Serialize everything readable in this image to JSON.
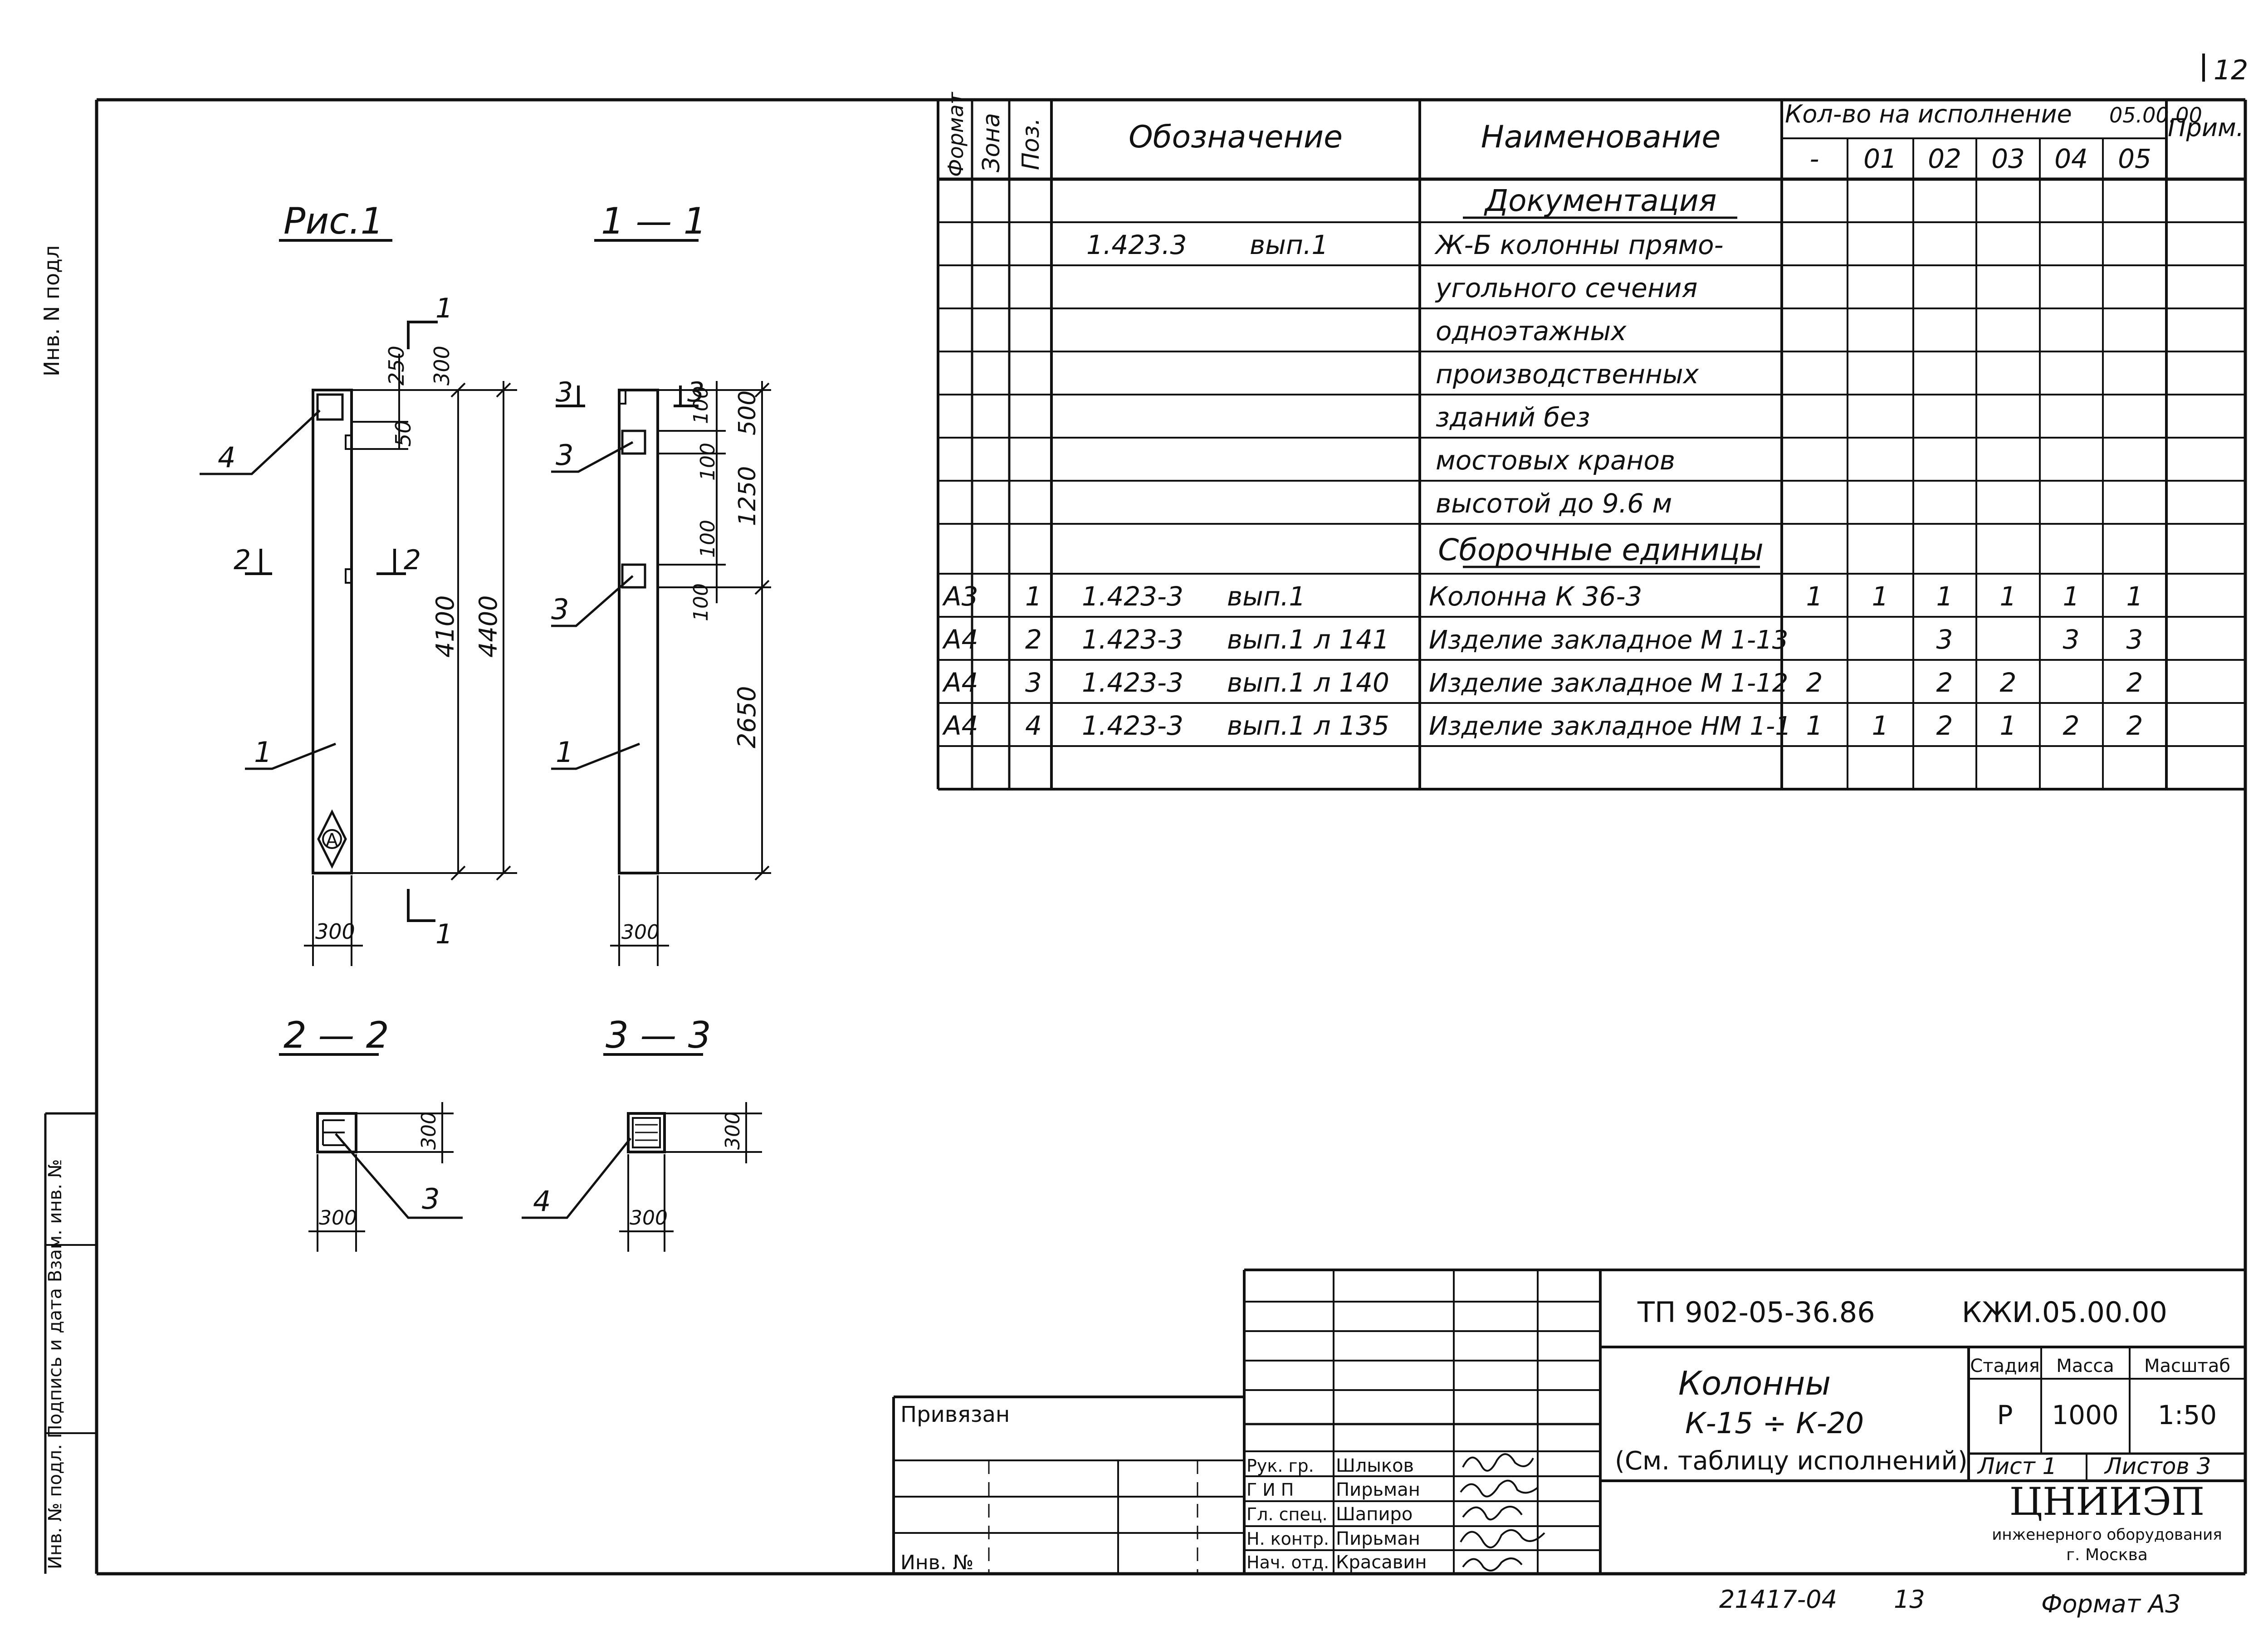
{
  "page_number": "12",
  "left_strip": {
    "top_label": "Инв. N подл",
    "bottom_label": "Инв. № подл. Подпись и дата Взам. инв. №"
  },
  "drawing": {
    "fig_title": "Рис.1",
    "section_1_1": "1 — 1",
    "section_2_2": "2 — 2",
    "section_3_3": "3 — 3",
    "cut_marks": {
      "one": "1",
      "two": "2",
      "three": "3"
    },
    "mark_A": "А",
    "fig1": {
      "leaders": [
        "4",
        "1"
      ],
      "dims": {
        "d250": "250",
        "d50": "50",
        "d300_top": "300",
        "d4100": "4100",
        "d4400": "4400",
        "width": "300"
      }
    },
    "sec11": {
      "leaders": [
        "3",
        "3",
        "1"
      ],
      "dims": {
        "d100a": "100",
        "d100b": "100",
        "d500": "500",
        "d1250": "1250",
        "d100c": "100",
        "d100d": "100",
        "d2650": "2650",
        "width": "300"
      }
    },
    "sec22": {
      "leader": "3",
      "d300_h": "300",
      "d300_w": "300"
    },
    "sec33": {
      "leader": "4",
      "d300_h": "300",
      "d300_w": "300"
    }
  },
  "spec_table": {
    "headers": {
      "format": "Формат",
      "zone": "Зона",
      "pos": "Поз.",
      "designation": "Обозначение",
      "name": "Наименование",
      "qty": "Кол-во на исполнение",
      "qty_base": "05.00.00",
      "note": "Прим.",
      "variants": [
        "-",
        "01",
        "02",
        "03",
        "04",
        "05"
      ]
    },
    "sections": {
      "documentation": "Документация",
      "assembly": "Сборочные единицы"
    },
    "doc_designation": "1.423.3",
    "doc_issue": "вып.1",
    "doc_name_lines": [
      "Ж-Б колонны прямо-",
      "угольного сечения",
      "одноэтажных",
      "производственных",
      "зданий без",
      "мостовых кранов",
      "высотой до 9.6 м"
    ],
    "rows": [
      {
        "format": "А3",
        "pos": "1",
        "code": "1.423-3",
        "issue": "вып.1",
        "name": "Колонна К 36-3",
        "q": [
          "1",
          "1",
          "1",
          "1",
          "1",
          "1"
        ]
      },
      {
        "format": "А4",
        "pos": "2",
        "code": "1.423-3",
        "issue": "вып.1 л 141",
        "name": "Изделие закладное М 1-13",
        "q": [
          "",
          "",
          "3",
          "",
          "3",
          "3"
        ]
      },
      {
        "format": "А4",
        "pos": "3",
        "code": "1.423-3",
        "issue": "вып.1 л 140",
        "name": "Изделие закладное М 1-12",
        "q": [
          "2",
          "",
          "2",
          "2",
          "",
          "2"
        ]
      },
      {
        "format": "А4",
        "pos": "4",
        "code": "1.423-3",
        "issue": "вып.1 л 135",
        "name": "Изделие закладное НМ 1-1",
        "q": [
          "1",
          "1",
          "2",
          "1",
          "2",
          "2"
        ]
      }
    ]
  },
  "title_block": {
    "code": "ТП 902-05-36.86",
    "code2": "КЖИ.05.00.00",
    "title_lines": [
      "Колонны",
      "К-15 ÷ К-20",
      "(См. таблицу исполнений)"
    ],
    "stage_label": "Стадия",
    "mass_label": "Масса",
    "scale_label": "Масштаб",
    "stage": "Р",
    "mass": "1000",
    "scale": "1:50",
    "sheet": "Лист 1",
    "sheets": "Листов 3",
    "org_name": "ЦНИИЭП",
    "org_sub": "инженерного оборудования",
    "org_city": "г. Москва",
    "attached_label": "Привязан",
    "inv_label": "Инв. №",
    "roles": [
      "Рук. гр.",
      "Г И П",
      "Гл. спец.",
      "Н. контр.",
      "Нач. отд."
    ],
    "names": [
      "Шлыков",
      "Пирьман",
      "Шапиро",
      "Пирьман",
      "Красавин"
    ]
  },
  "footer": {
    "number": "21417-04",
    "page": "13",
    "format": "Формат А3"
  }
}
